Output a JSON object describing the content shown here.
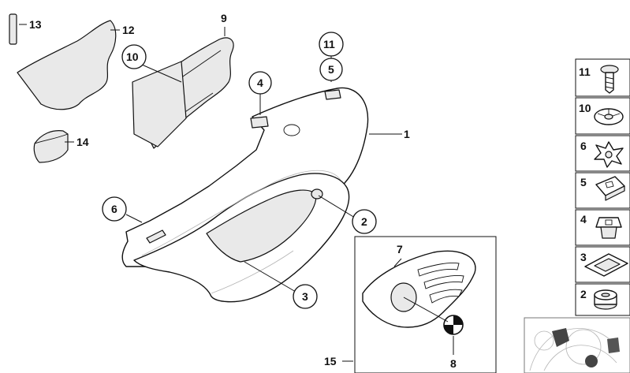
{
  "diagram": {
    "callouts": [
      "1",
      "2",
      "3",
      "4",
      "5",
      "6",
      "7",
      "8",
      "9",
      "10",
      "11",
      "12",
      "13",
      "14",
      "15"
    ],
    "side_panel_labels": [
      "11",
      "10",
      "6",
      "5",
      "4",
      "3",
      "2"
    ]
  }
}
